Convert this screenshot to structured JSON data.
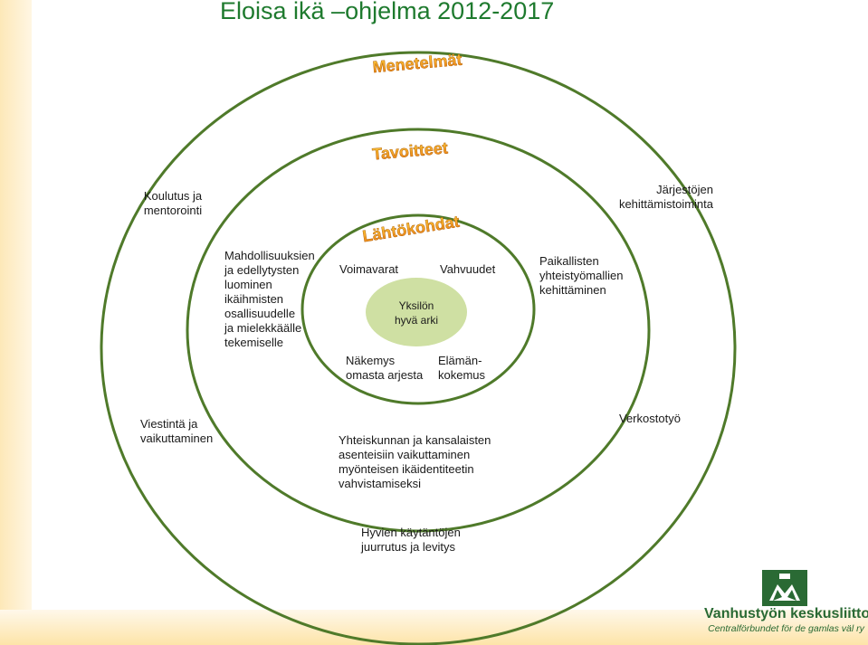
{
  "title": "Eloisa ikä  –ohjelma 2012-2017",
  "rings": {
    "outer": "Menetelmät",
    "middle": "Tavoitteet",
    "inner": "Lähtökohdat"
  },
  "center": "Yksilön\nhyvä arki",
  "inner_items": {
    "voimavarat": "Voimavarat",
    "vahvuudet": "Vahvuudet",
    "nakemys": "Näkemys\nomasta arjesta",
    "elamankokemus": "Elämän-\nkokemus"
  },
  "middle_items": {
    "mahdollisuuksien": "Mahdollisuuksien\nja edellytysten\nluominen\nikäihmisten\nosallisuudelle\nja mielekkäälle\ntekemiselle",
    "paikallisten": "Paikallisten\nyhteistyömallien\nkehittäminen",
    "yhteiskunnan": "Yhteiskunnan ja kansalaisten\nasenteisiin vaikuttaminen\nmyönteisen ikäidentiteetin\nvahvistamiseksi"
  },
  "outer_items": {
    "koulutus": "Koulutus ja\nmentorointi",
    "jarjestojen": "Järjestöjen\nkehittämistoiminta",
    "viestinta": "Viestintä ja\nvaikuttaminen",
    "verkostotyo": "Verkostotyö",
    "hyvien": "Hyvien käytäntöjen\njuurrutus  ja levitys"
  },
  "logo": {
    "name": "Vanhustyön keskusliitto",
    "subtitle": "Centralförbundet för de gamlas väl ry"
  },
  "colors": {
    "title": "#1e7a2e",
    "ring": "#4f7a2a",
    "center_fill": "#cfe0a3",
    "label_orange": "#f0901c"
  }
}
